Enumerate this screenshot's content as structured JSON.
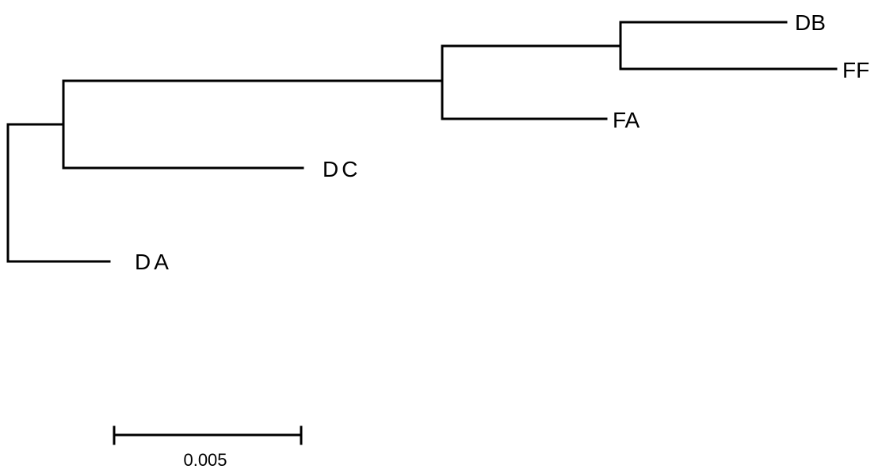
{
  "tree": {
    "taxa": [
      {
        "id": "DB",
        "label": "DB"
      },
      {
        "id": "FF",
        "label": "FF"
      },
      {
        "id": "FA",
        "label": "FA"
      },
      {
        "id": "DC",
        "label": "DC"
      },
      {
        "id": "DA",
        "label": "DA"
      }
    ],
    "topology": "(DA,(DC,(FA,(DB,FF))))"
  },
  "scale_bar": {
    "label": "0.005",
    "value": 0.005
  }
}
